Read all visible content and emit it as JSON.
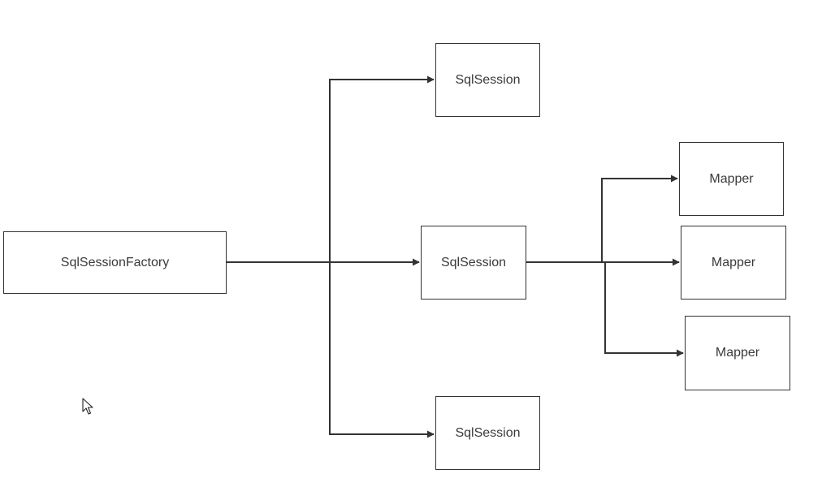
{
  "diagram": {
    "nodes": [
      {
        "id": "factory",
        "label": "SqlSessionFactory"
      },
      {
        "id": "s1",
        "label": "SqlSession"
      },
      {
        "id": "s2",
        "label": "SqlSession"
      },
      {
        "id": "s3",
        "label": "SqlSession"
      },
      {
        "id": "m1",
        "label": "Mapper"
      },
      {
        "id": "m2",
        "label": "Mapper"
      },
      {
        "id": "m3",
        "label": "Mapper"
      }
    ],
    "edges": [
      {
        "from": "factory",
        "to": "s1"
      },
      {
        "from": "factory",
        "to": "s2"
      },
      {
        "from": "factory",
        "to": "s3"
      },
      {
        "from": "s2",
        "to": "m1"
      },
      {
        "from": "s2",
        "to": "m2"
      },
      {
        "from": "s2",
        "to": "m3"
      }
    ],
    "colors": {
      "line": "#333333",
      "text": "#3a3a3a",
      "background": "#ffffff"
    }
  },
  "cursor": {
    "icon": "mouse-pointer-icon"
  }
}
